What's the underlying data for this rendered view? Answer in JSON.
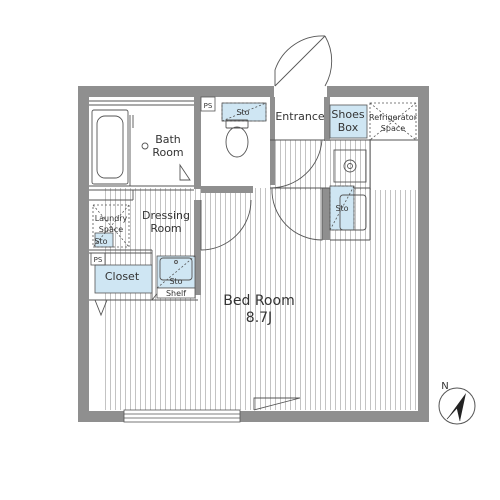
{
  "colors": {
    "wall": "#8f8f8f",
    "storage_fill": "#cfe6f3",
    "line": "#555555",
    "hatch": "#9a9a9a",
    "text": "#333333"
  },
  "labels": {
    "bath_room_1": "Bath",
    "bath_room_2": "Room",
    "dressing_room_1": "Dressing",
    "dressing_room_2": "Room",
    "laundry_space_1": "Laundry",
    "laundry_space_2": "Space",
    "sto_laundry": "Sto",
    "ps_left": "PS",
    "closet": "Closet",
    "sto_sink": "Sto",
    "shelf": "Shelf",
    "ps_toilet": "PS",
    "sto_toilet": "Sto",
    "entrance": "Entrance",
    "shoes_box_1": "Shoes",
    "shoes_box_2": "Box",
    "refrigerator_space_1": "Refrigerator",
    "refrigerator_space_2": "Space",
    "sto_kitchen": "Sto",
    "bed_room": "Bed Room",
    "bed_room_size": "8.7J",
    "north": "N"
  },
  "icons": {
    "north_arrow": "north-arrow-icon",
    "bathtub": "bathtub-icon",
    "toilet": "toilet-icon",
    "kitchen_sink": "kitchen-sink-icon",
    "stove": "stove-icon",
    "washbasin": "washbasin-icon"
  }
}
